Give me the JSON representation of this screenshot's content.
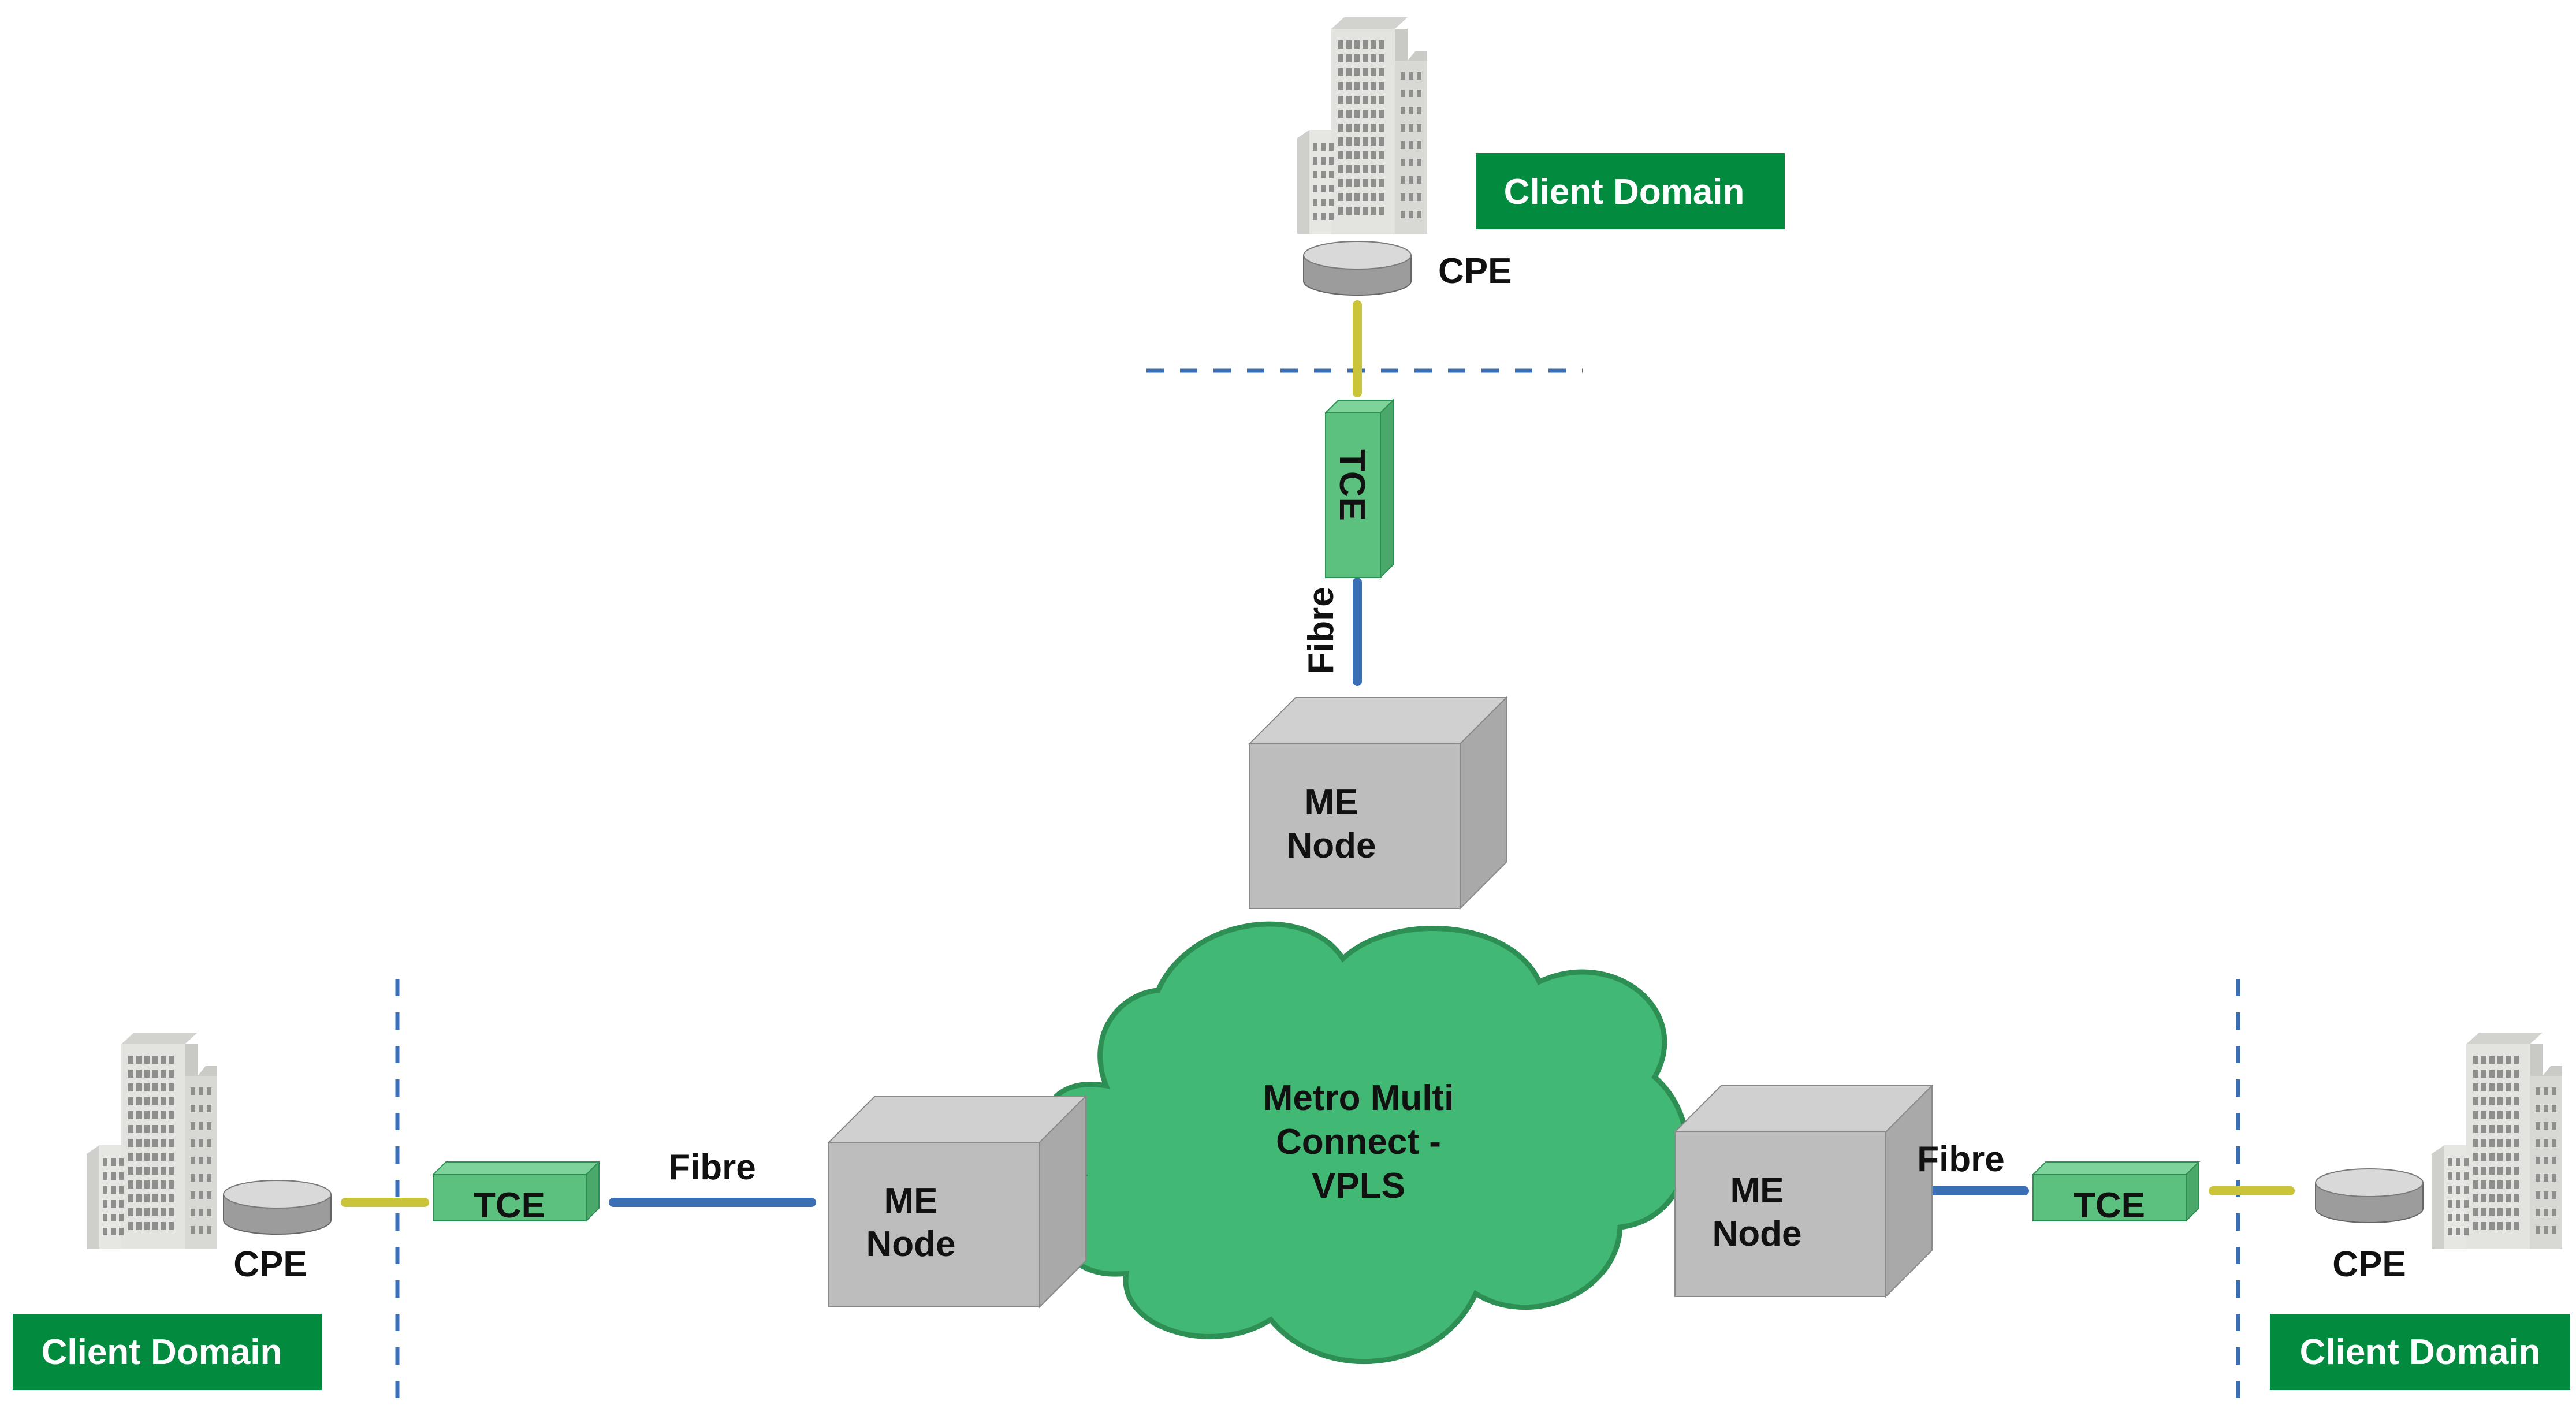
{
  "colors": {
    "client_domain_bg": "#028A3F",
    "cloud_fill": "#41B873",
    "cloud_stroke": "#2E8F55",
    "tce_fill": "#5CC07E",
    "node_fill": "#BDBDBD",
    "fibre_line": "#3A6FB6",
    "cpe_link": "#C9C43A",
    "boundary": "#3A6FB6"
  },
  "cloud": {
    "label_lines": [
      "Metro Multi",
      "Connect -",
      "VPLS"
    ]
  },
  "sites": {
    "top": {
      "domain_label": "Client Domain",
      "cpe_label": "CPE",
      "tce_label": "TCE",
      "fibre_label": "Fibre",
      "node_label_lines": [
        "ME",
        "Node"
      ],
      "building_icon": "office-building-icon"
    },
    "left": {
      "domain_label": "Client Domain",
      "cpe_label": "CPE",
      "tce_label": "TCE",
      "fibre_label": "Fibre",
      "node_label_lines": [
        "ME",
        "Node"
      ],
      "building_icon": "office-building-icon"
    },
    "right": {
      "domain_label": "Client Domain",
      "cpe_label": "CPE",
      "tce_label": "TCE",
      "fibre_label": "Fibre",
      "node_label_lines": [
        "ME",
        "Node"
      ],
      "building_icon": "office-building-icon"
    }
  }
}
